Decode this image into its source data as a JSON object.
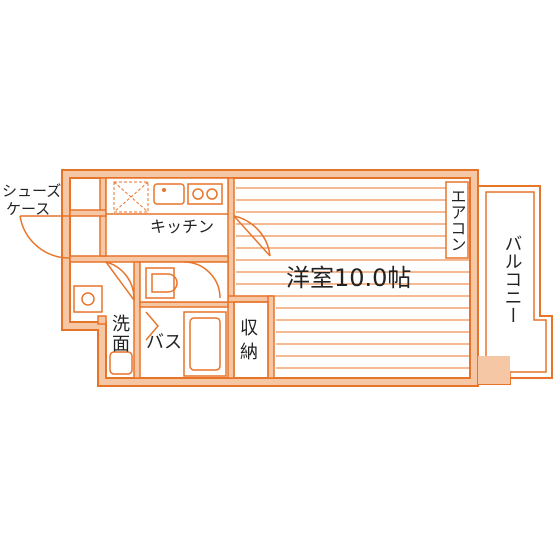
{
  "floorplan": {
    "colors": {
      "wall": "#e8742a",
      "wall_fill": "#f6c7a5",
      "line": "#e8742a",
      "text": "#222222",
      "background": "#ffffff"
    },
    "labels": {
      "shoe_case_line1": "シューズ",
      "shoe_case_line2": "ケース",
      "kitchen": "キッチン",
      "western_room": "洋室10.0帖",
      "aircon": "エアコン",
      "balcony": "バルコニー",
      "washroom_1": "洗",
      "washroom_2": "面",
      "bath": "バス",
      "storage_1": "収",
      "storage_2": "納"
    }
  }
}
